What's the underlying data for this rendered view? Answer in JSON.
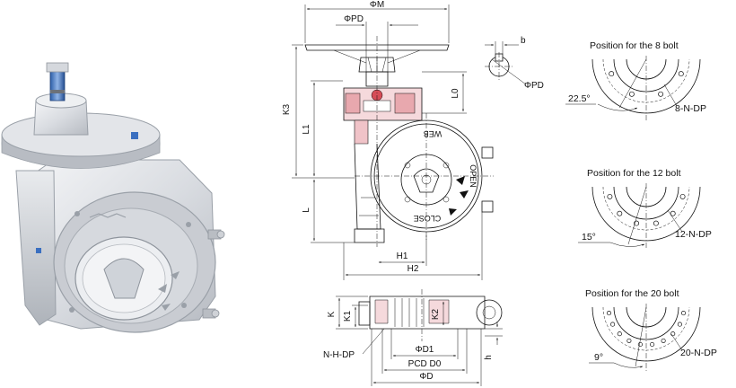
{
  "drawing": {
    "dimensions": {
      "phi_m": "ΦM",
      "phi_pd_top": "ΦPD",
      "k3": "K3",
      "l1": "L1",
      "l": "L",
      "l0": "L0",
      "h1": "H1",
      "h2": "H2",
      "k": "K",
      "k1": "K1",
      "k2": "K2",
      "n_h_dp": "N-H-DP",
      "phi_d1": "ΦD1",
      "pcd_d0": "PCD D0",
      "phi_d": "ΦD",
      "h": "h"
    },
    "plate_labels": {
      "web": "WEB",
      "open": "OPEN",
      "close": "CLOSE"
    },
    "shaft_detail": {
      "b": "b",
      "phi_pd": "ΦPD"
    },
    "bolt_patterns": [
      {
        "title": "Position for the 8 bolt",
        "angle": "22.5°",
        "label": "8-N-DP",
        "count": 8
      },
      {
        "title": "Position for the 12 bolt",
        "angle": "15°",
        "label": "12-N-DP",
        "count": 12
      },
      {
        "title": "Position for the 20 bolt",
        "angle": "9°",
        "label": "20-N-DP",
        "count": 20
      }
    ]
  }
}
